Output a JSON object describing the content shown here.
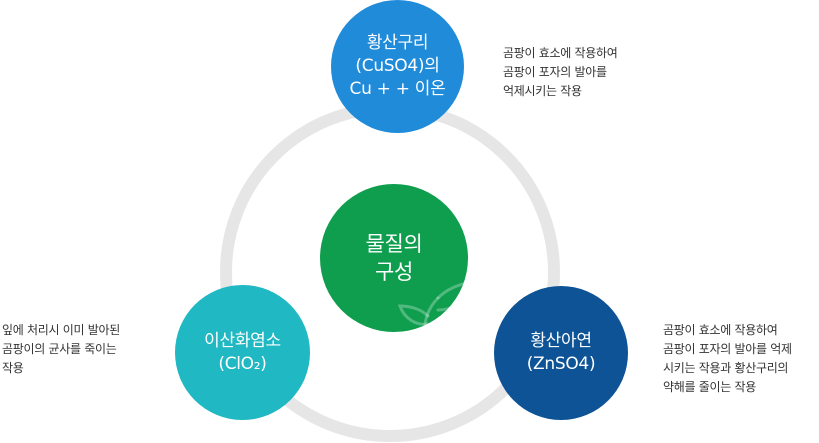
{
  "center": {
    "lines": [
      "물질의",
      "구성"
    ]
  },
  "nodes": {
    "top": {
      "lines": [
        "황산구리",
        "(CuSO4)의",
        "Cu + + 이온"
      ]
    },
    "left": {
      "lines": [
        "이산화염소",
        "(ClO₂)"
      ]
    },
    "right": {
      "lines": [
        "황산아연",
        "(ZnSO4)"
      ]
    }
  },
  "descriptions": {
    "top": [
      "곰팡이 효소에 작용하여",
      "곰팡이 포자의 발아를",
      "억제시키는 작용"
    ],
    "left": [
      "잎에 처리시 이미 발아된",
      "곰팡이의 균사를 죽이는",
      "작용"
    ],
    "right": [
      "곰팡이 효소에 작용하여",
      "곰팡이 포자의 발아를 억제",
      "시키는 작용과 황산구리의",
      "약해를 줄이는 작용"
    ]
  },
  "colors": {
    "top": "#1f8bd9",
    "center": "#0f9e4e",
    "left": "#1fb8c3",
    "right": "#0d5396",
    "ring": "#e6e6e6"
  },
  "icons": {
    "center_decoration": "leaf-icon"
  }
}
